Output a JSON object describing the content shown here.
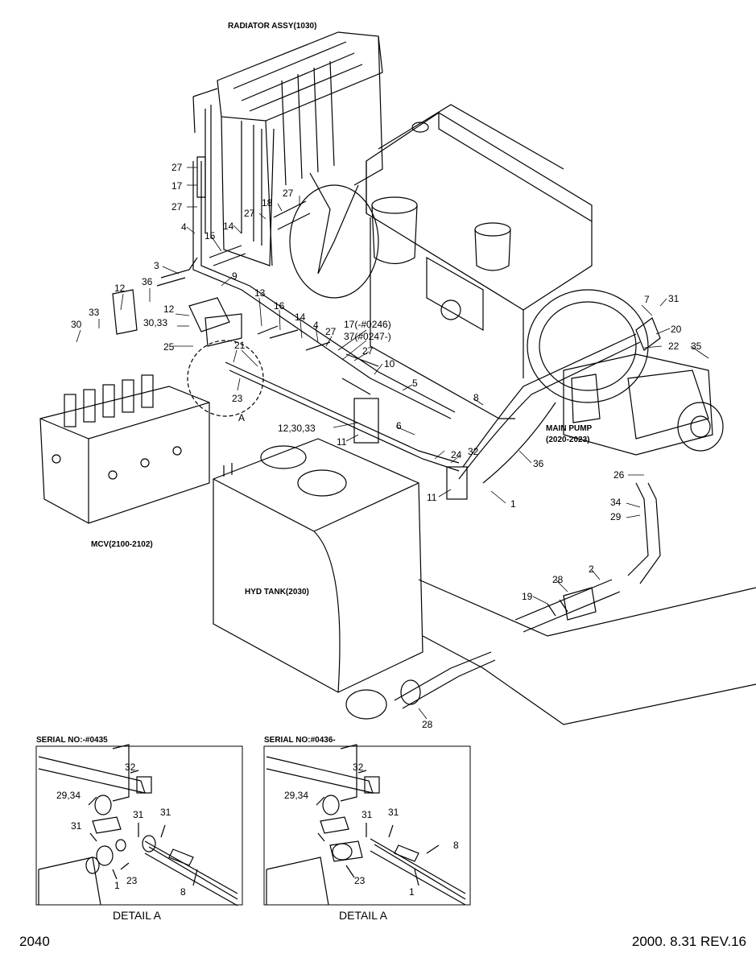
{
  "captions": {
    "radiator": "RADIATOR ASSY(1030)",
    "main_pump": "MAIN PUMP",
    "main_pump_range": "(2020-2023)",
    "mcv": "MCV(2100-2102)",
    "hyd_tank": "HYD TANK(2030)",
    "detail_marker": "A"
  },
  "callouts": {
    "c27a": "27",
    "c17": "17",
    "c27b": "27",
    "c4a": "4",
    "c3": "3",
    "c36a": "36",
    "c12a": "12",
    "c33": "33",
    "c30": "30",
    "c12b": "12",
    "c3033a": "30,33",
    "c25": "25",
    "c21": "21",
    "c23": "23",
    "c15": "15",
    "c14a": "14",
    "c27c": "27",
    "c18": "18",
    "c27d": "27",
    "c9": "9",
    "c13": "13",
    "c16": "16",
    "c14b": "14",
    "c4b": "4",
    "c17serial": "17(-#0246)",
    "c37serial": "37(#0247-)",
    "c27e": "27",
    "c27f": "27",
    "c10": "10",
    "c5": "5",
    "c8": "8",
    "c6": "6",
    "c123033": "12,30,33",
    "c11a": "11",
    "c32": "32",
    "c24": "24",
    "c11b": "11",
    "c1": "1",
    "c36b": "36",
    "c7": "7",
    "c31": "31",
    "c20": "20",
    "c22": "22",
    "c35": "35",
    "c26": "26",
    "c34": "34",
    "c29": "29",
    "c2": "2",
    "c28a": "28",
    "c19": "19",
    "c28b": "28"
  },
  "details": [
    {
      "serial": "SERIAL NO:-#0435",
      "title": "DETAIL A",
      "labels": {
        "l32": "32",
        "l2934": "29,34",
        "l31a": "31",
        "l31b": "31",
        "l31c": "31",
        "l23": "23",
        "l1": "1",
        "l8": "8"
      }
    },
    {
      "serial": "SERIAL NO:#0436-",
      "title": "DETAIL A",
      "labels": {
        "l32": "32",
        "l2934": "29,34",
        "l31a": "31",
        "l31b": "31",
        "l8": "8",
        "l23": "23",
        "l1": "1"
      }
    }
  ],
  "footer": {
    "page_number": "2040",
    "revision": "2000. 8.31  REV.16"
  }
}
